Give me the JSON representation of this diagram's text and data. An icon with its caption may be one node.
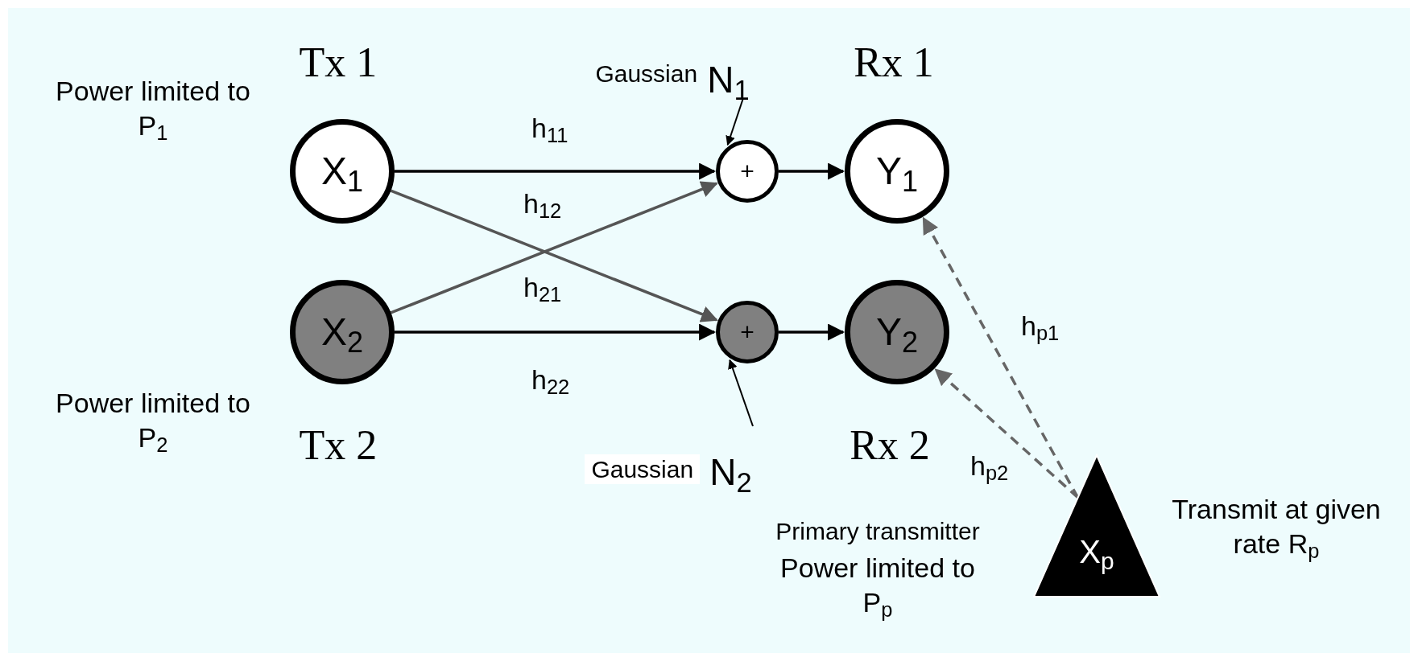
{
  "diagram": {
    "nodes": [
      {
        "text": [
          "X$_{1}$"
        ],
        "beside": [
          "Tx 1",
          "Power limited to P$_{1}$"
        ]
      },
      {
        "text": [
          "X$_{2}$"
        ],
        "beside": [
          "Tx 2",
          "Power limited to P$_{2}$"
        ]
      },
      {
        "text": [
          "+"
        ]
      },
      {
        "text": [
          "+"
        ]
      },
      {
        "text": [
          "Y$_{1}$"
        ],
        "beside": [
          "Rx 1"
        ]
      },
      {
        "text": [
          "Y$_{2}$"
        ],
        "beside": [
          "Rx 2"
        ]
      },
      {
        "text": [
          "X$_{p}$"
        ],
        "beside": [
          "Primary transmitter",
          "Power limited to P$_{p}$",
          "Transmit at given rate R$_{p}$"
        ]
      },
      {
        "text": [
          "Gaussian",
          "N$_{1}$"
        ]
      },
      {
        "text": [
          "Gaussian",
          "N$_{2}$"
        ]
      }
    ],
    "edges": [
      {
        "from": 0,
        "to": 2,
        "arrow": "to",
        "label": "h$_{11}$"
      },
      {
        "from": 0,
        "to": 3,
        "arrow": "to",
        "label": "h$_{12}$",
        "color": "#555555"
      },
      {
        "from": 1,
        "to": 2,
        "arrow": "to",
        "label": "h$_{21}$",
        "color": "#555555"
      },
      {
        "from": 1,
        "to": 3,
        "arrow": "to",
        "label": "h$_{22}$"
      },
      {
        "from": 2,
        "to": 4,
        "arrow": "to"
      },
      {
        "from": 3,
        "to": 5,
        "arrow": "to"
      },
      {
        "from": 7,
        "to": 2,
        "arrow": "to"
      },
      {
        "from": 8,
        "to": 3,
        "arrow": "to"
      },
      {
        "from": 6,
        "to": 4,
        "arrow": "to",
        "label": "h$_{p1}$",
        "style": "dashed",
        "color": "#666666"
      },
      {
        "from": 6,
        "to": 5,
        "arrow": "to",
        "label": "h$_{p2}$",
        "style": "dashed",
        "color": "#666666"
      }
    ]
  }
}
